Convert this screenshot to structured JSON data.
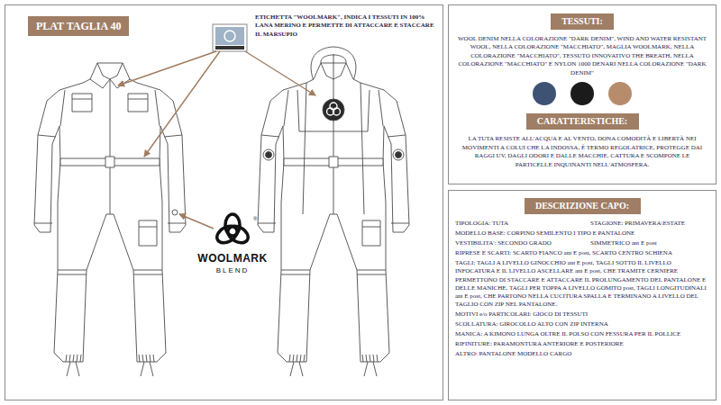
{
  "diagram": {
    "nodes": [
      {
        "text": [
          "ETICHETTA \"WOOLMARK\", INDICA I TESSUTI IN 100% LANA MERINO E PERMETTE DI ATTACCARE E STACCARE IL MARSUPIO"
        ]
      },
      {
        "text": [
          "PLAT TAGLIA 40"
        ],
        "in": 0
      },
      {
        "text": [
          "WOOL DENIM NELLA COLORAZIONE \"DARK DENIM\", WIND AND WATER RESISTANT WOOL, NELLA COLORAZIONE \"MACCHIATO\", MAGLIA WOOLMARK, NELLA COLORAZIONE \"MACCHIATO\", TESSUTO INNOVATIVO THE BREATH, NELLA COLORAZIONE \"MACCHIATO\" E NYLON 1000 DENARI NELLA COLORAZIONE \"DARK DENIM\"",
          "LA TUTA RESISTE ALL'ACQUA E AL VENTO, DONA COMODITÀ E LIBERTÀ NEI MOVIMENTI A COLUI CHE LA INDOSSA, È TERMO REGOLATRICE, PROTEGGE DAI RAGGI UV, DAGLI ODORI E DALLE MACCHIE. CATTURA E SCOMPONE LE PARTICELLE INQUINANTI NELL'ATMOSFERA."
        ]
      },
      {
        "text": [
          "TESSUTI:"
        ],
        "in": 2
      },
      {
        "text": [
          "CARATTERISTICHE:"
        ],
        "in": 2
      },
      {
        "text": [
          "TIPOLOGIA: TUTA",
          "STAGIONE: PRIMAVERA\\ESTATE",
          "MODELLO BASE: CORPINO SEMILENTO I TIPO E PANTALONE",
          "VESTIBILITA': SECONDO GRADO",
          "SIMMETRICO ant E post",
          "RIPRESE E SCARTI: SCARTO FIANCO ant E post, SCARTO CENTRO SCHIENA",
          "TAGLI: TAGLI A LIVELLO GINOCCHIO ant E post, TAGLI SOTTO IL LIVELLO INFOCATURA E IL LIVELLO ASCELLARE ant E post, CHE TRAMITE CERNIERE PERMETTONO DI STACCARE E ATTACCARE IL PROLUNGAMENTO DEL PANTALONE E DELLE MANICHE, TAGLI PER TOPPA A LIVELLO GOMITO post, TAGLI LONGITUDINALI ant E post, CHE PARTONO NELLA CUCITURA SPALLA E TERMINANO A LIVELLO DEL TAGLIO CON ZIP NEL PANTALONE.",
          "MOTIVI e/o PARTICOLARI: GIOCO DI TESSUTI",
          "SCOLLATURA: GIROCOLLO ALTO CON ZIP INTERNA",
          "MANICA: A KIMONO LUNGA OLTRE IL POLSO CON FESSURA PER IL POLLICE",
          "RIFINITURE: PARAMONTURA ANTERIORE E POSTERIORE",
          "ALTRO: PANTALONE MODELLO CARGO"
        ]
      },
      {
        "text": [
          "DESCRIZIONE CAPO:"
        ],
        "in": 5
      }
    ],
    "labels": [
      "WOOLMARK",
      "BLEND",
      "®"
    ]
  }
}
